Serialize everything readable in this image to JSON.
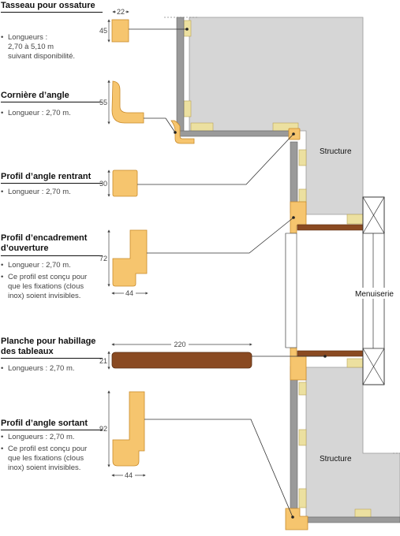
{
  "items": [
    {
      "title": "Tasseau pour ossature",
      "bullets": [
        [
          "Longueurs :",
          "2,70 à 5,10 m",
          "suivant disponibilité."
        ]
      ],
      "dims": [
        "22",
        "45"
      ]
    },
    {
      "title": "Cornière d’angle",
      "bullets": [
        [
          "Longueur : 2,70 m."
        ]
      ],
      "dims": [
        "55"
      ]
    },
    {
      "title": "Profil d’angle rentrant",
      "bullets": [
        [
          "Longueur : 2,70 m."
        ]
      ],
      "dims": [
        "30"
      ]
    },
    {
      "title": "Profil d’encadrement",
      "title2": "d’ouverture",
      "bullets": [
        [
          "Longueur : 2,70 m."
        ],
        [
          "Ce profil est conçu pour",
          "que les fixations (clous",
          "inox) soient invisibles."
        ]
      ],
      "dims": [
        "72",
        "44"
      ]
    },
    {
      "title": "Planche pour habillage",
      "title2": "des tableaux",
      "bullets": [
        [
          "Longueurs : 2,70 m."
        ]
      ],
      "dims": [
        "220",
        "21"
      ]
    },
    {
      "title": "Profil d’angle sortant",
      "bullets": [
        [
          "Longueurs : 2,70 m."
        ],
        [
          "Ce profil est conçu pour",
          "que les fixations (clous",
          "inox) soient invisibles."
        ]
      ],
      "dims": [
        "92",
        "44"
      ]
    }
  ],
  "labels": {
    "structure_top": "Structure",
    "structure_bottom": "Structure",
    "menuiserie": "Menuiserie"
  },
  "colors": {
    "wood": "#f6c56e",
    "wood_stroke": "#c98a2a",
    "plank": "#8a4a22",
    "structure": "#d6d6d6",
    "panel": "#9a9a9a",
    "batten": "#ece0a0",
    "line": "#333333"
  }
}
